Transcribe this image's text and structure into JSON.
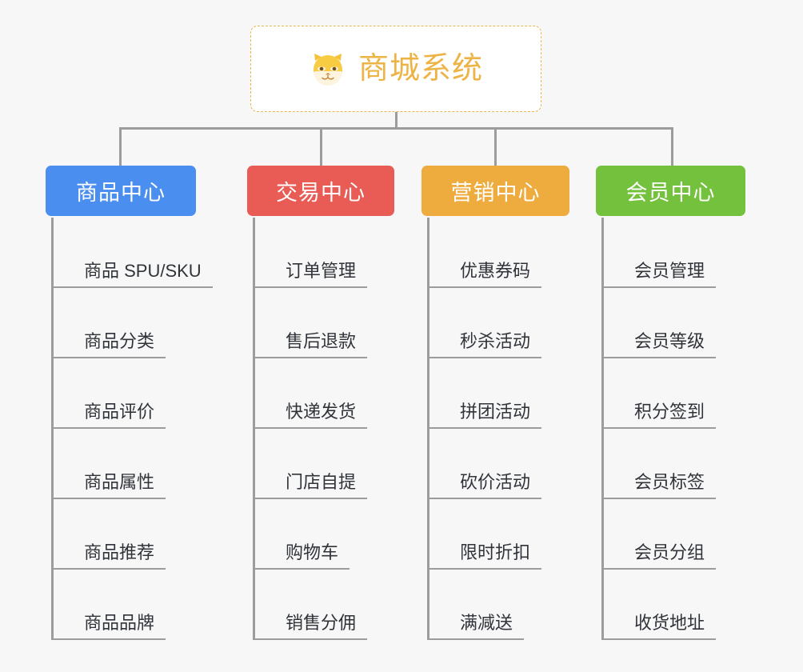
{
  "diagram": {
    "type": "organization-tree",
    "background_color": "#f7f7f7",
    "connector_color": "#9c9c9c",
    "root": {
      "title": "商城系统",
      "icon": "shiba-dog-face-icon",
      "text_color": "#edb445",
      "border_color": "#e9b64c",
      "background_color": "#ffffff"
    },
    "branches": [
      {
        "title": "商品中心",
        "color": "#4a8ef0",
        "items": [
          "商品 SPU/SKU",
          "商品分类",
          "商品评价",
          "商品属性",
          "商品推荐",
          "商品品牌"
        ]
      },
      {
        "title": "交易中心",
        "color": "#e85c55",
        "items": [
          "订单管理",
          "售后退款",
          "快递发货",
          "门店自提",
          "购物车",
          "销售分佣"
        ]
      },
      {
        "title": "营销中心",
        "color": "#eeab3e",
        "items": [
          "优惠券码",
          "秒杀活动",
          "拼团活动",
          "砍价活动",
          "限时折扣",
          "满减送"
        ]
      },
      {
        "title": "会员中心",
        "color": "#73c13d",
        "items": [
          "会员管理",
          "会员等级",
          "积分签到",
          "会员标签",
          "会员分组",
          "收货地址"
        ]
      }
    ]
  }
}
